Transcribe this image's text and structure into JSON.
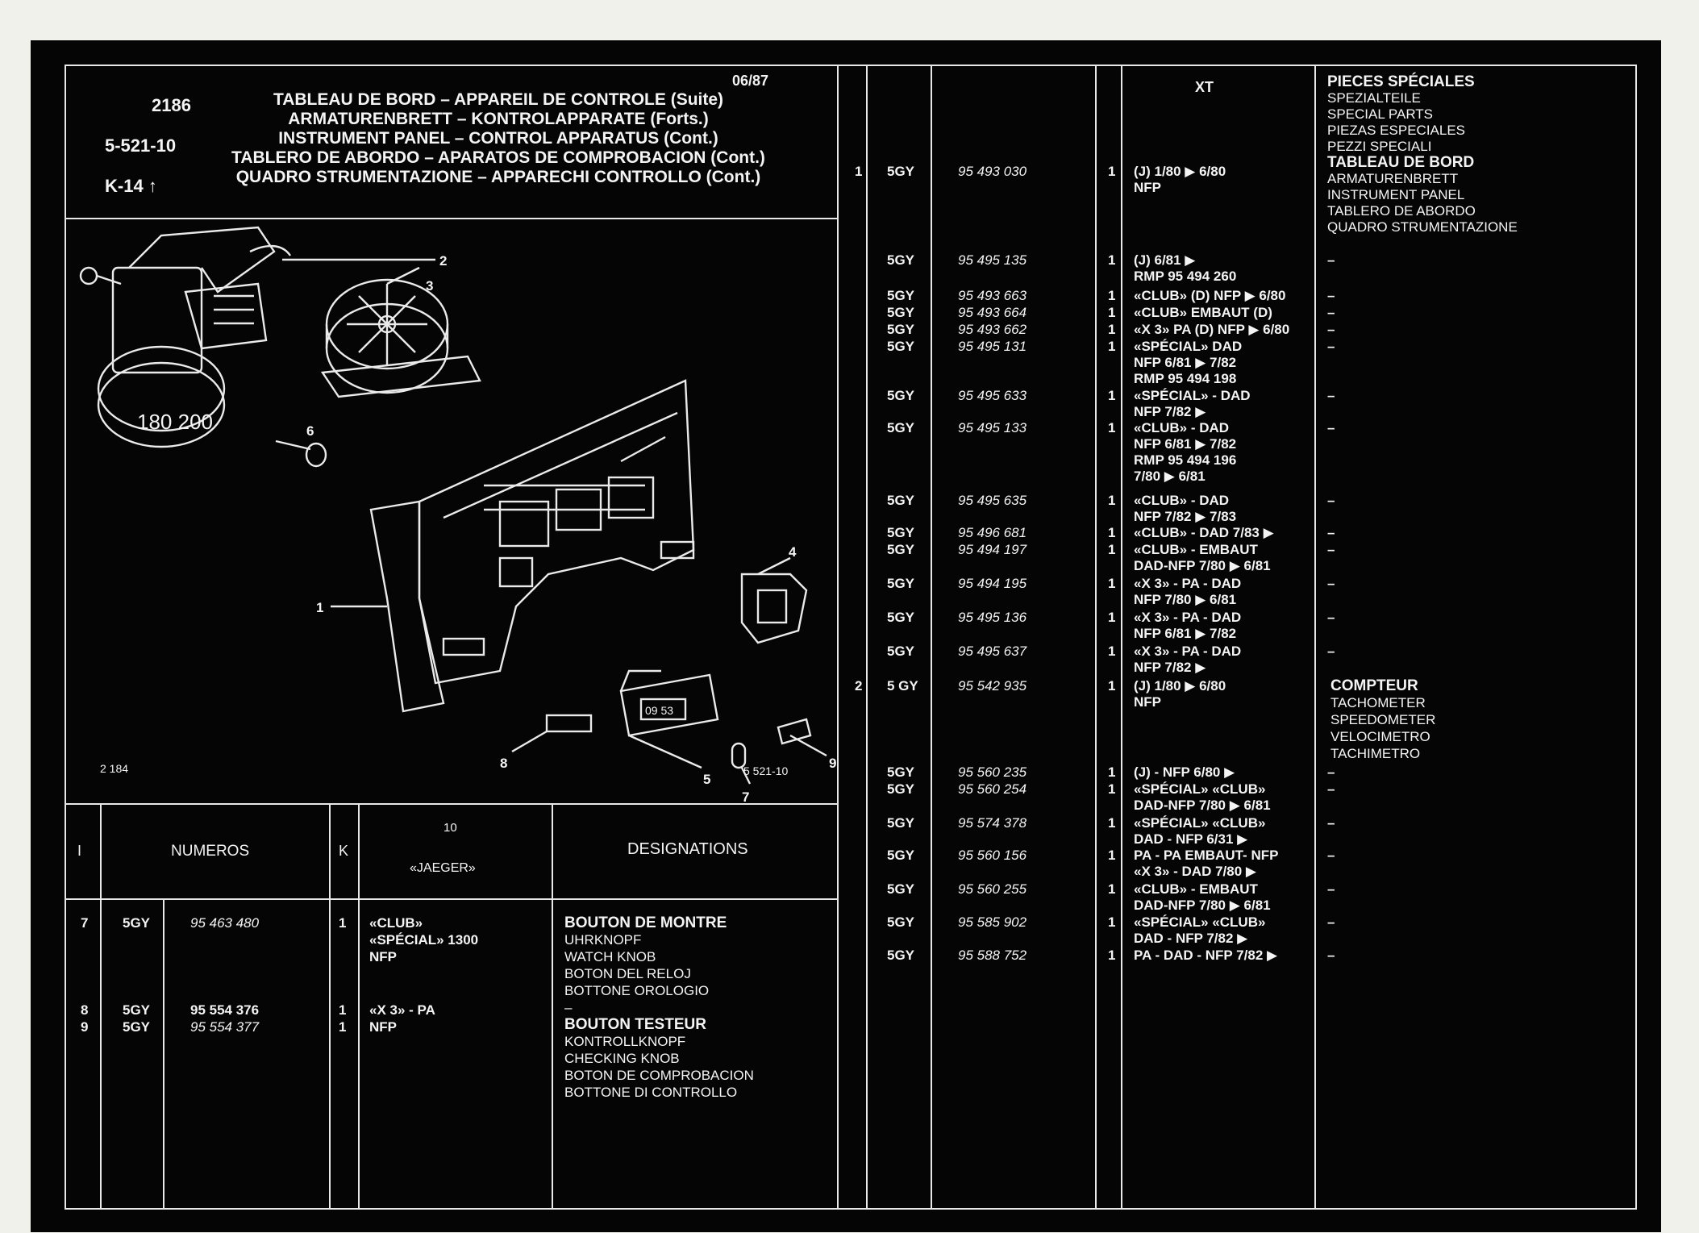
{
  "header": {
    "code": "2186",
    "ref": "5-521-10",
    "kref": "K-14",
    "date": "06/87",
    "titles": [
      "TABLEAU DE BORD – APPAREIL DE CONTROLE (Suite)",
      "ARMATURENBRETT – KONTROLAPPARATE (Forts.)",
      "INSTRUMENT PANEL – CONTROL APPARATUS (Cont.)",
      "TABLERO DE ABORDO – APARATOS DE COMPROBACION (Cont.)",
      "QUADRO STRUMENTAZIONE – APPARECHI CONTROLLO (Cont.)"
    ]
  },
  "diagram": {
    "callouts": [
      "1",
      "2",
      "3",
      "4",
      "5",
      "6",
      "7",
      "8",
      "9"
    ],
    "gauge_text": "180 200",
    "ref_left": "2 184",
    "ref_right": "5 521-10",
    "display_text": "09 53"
  },
  "left_table": {
    "headers": {
      "index": "I",
      "numeros": "NUMEROS",
      "k": "K",
      "col10": "10",
      "jaeger": "«JAEGER»",
      "designations": "DESIGNATIONS"
    },
    "rows": [
      {
        "i": "7",
        "pre": "5GY",
        "num": "95 463 480",
        "k": "1",
        "app": "«CLUB»"
      },
      {
        "i": "",
        "pre": "",
        "num": "",
        "k": "",
        "app": "«SPÉCIAL» 1300"
      },
      {
        "i": "",
        "pre": "",
        "num": "",
        "k": "",
        "app": "NFP"
      },
      {
        "i": "8",
        "pre": "5GY",
        "num": "95 554 376",
        "k": "1",
        "app": "«X 3» - PA"
      },
      {
        "i": "9",
        "pre": "5GY",
        "num": "95 554 377",
        "k": "1",
        "app": "NFP"
      }
    ],
    "designations": [
      {
        "title": "BOUTON DE MONTRE",
        "lines": [
          "UHRKNOPF",
          "WATCH KNOB",
          "BOTON DEL RELOJ",
          "BOTTONE OROLOGIO",
          "–"
        ]
      },
      {
        "title": "BOUTON TESTEUR",
        "lines": [
          "KONTROLLKNOPF",
          "CHECKING KNOB",
          "BOTON DE COMPROBACION",
          "BOTTONE DI CONTROLLO"
        ]
      }
    ]
  },
  "right_table": {
    "xt_header": "XT",
    "rows": [
      {
        "i": "1",
        "pre": "5GY",
        "num": "95 493 030",
        "k": "1",
        "app": "(J)       1/80 ▶ 6/80",
        "app2": "NFP",
        "note": ""
      },
      {
        "i": "",
        "pre": "5GY",
        "num": "95 495 135",
        "k": "1",
        "app": "(J)             6/81 ▶",
        "app2": "RMP  95 494 260",
        "note": "–"
      },
      {
        "i": "",
        "pre": "5GY",
        "num": "95 493 663",
        "k": "1",
        "app": "«CLUB» (D) NFP ▶ 6/80",
        "app2": "",
        "note": "–"
      },
      {
        "i": "",
        "pre": "5GY",
        "num": "95 493 664",
        "k": "1",
        "app": "«CLUB» EMBAUT (D)",
        "app2": "",
        "note": "–"
      },
      {
        "i": "",
        "pre": "5GY",
        "num": "95 493 662",
        "k": "1",
        "app": "«X 3» PA (D) NFP ▶ 6/80",
        "app2": "",
        "note": "–"
      },
      {
        "i": "",
        "pre": "5GY",
        "num": "95 495 131",
        "k": "1",
        "app": "«SPÉCIAL» DAD",
        "app2": "NFP    6/81 ▶ 7/82",
        "app3": "RMP  95 494 198",
        "note": "–"
      },
      {
        "i": "",
        "pre": "5GY",
        "num": "95 495 633",
        "k": "1",
        "app": "«SPÉCIAL» - DAD",
        "app2": "NFP             7/82 ▶",
        "note": "–"
      },
      {
        "i": "",
        "pre": "5GY",
        "num": "95 495 133",
        "k": "1",
        "app": "«CLUB» - DAD",
        "app2": "NFP    6/81 ▶ 7/82",
        "app3": "RMP  95 494 196",
        "app4": "7/80 ▶ 6/81",
        "note": "–"
      },
      {
        "i": "",
        "pre": "5GY",
        "num": "95 495 635",
        "k": "1",
        "app": "«CLUB» - DAD",
        "app2": "NFP    7/82 ▶ 7/83",
        "note": "–"
      },
      {
        "i": "",
        "pre": "5GY",
        "num": "95 496 681",
        "k": "1",
        "app": "«CLUB» - DAD  7/83 ▶",
        "app2": "",
        "note": "–"
      },
      {
        "i": "",
        "pre": "5GY",
        "num": "95 494 197",
        "k": "1",
        "app": "«CLUB» - EMBAUT",
        "app2": "DAD-NFP 7/80 ▶ 6/81",
        "note": "–"
      },
      {
        "i": "",
        "pre": "5GY",
        "num": "95 494 195",
        "k": "1",
        "app": "«X 3» - PA - DAD",
        "app2": "NFP    7/80 ▶ 6/81",
        "note": "–"
      },
      {
        "i": "",
        "pre": "5GY",
        "num": "95 495 136",
        "k": "1",
        "app": "«X 3» - PA - DAD",
        "app2": "NFP    6/81 ▶ 7/82",
        "note": "–"
      },
      {
        "i": "",
        "pre": "5GY",
        "num": "95 495 637",
        "k": "1",
        "app": "«X 3» - PA - DAD",
        "app2": "NFP             7/82 ▶",
        "note": "–"
      },
      {
        "i": "2",
        "pre": "5 GY",
        "num": "95 542 935",
        "k": "1",
        "app": "(J)       1/80 ▶ 6/80",
        "app2": "NFP",
        "note": ""
      },
      {
        "i": "",
        "pre": "5GY",
        "num": "95 560 235",
        "k": "1",
        "app": "(J) - NFP       6/80 ▶",
        "app2": "",
        "note": "–"
      },
      {
        "i": "",
        "pre": "5GY",
        "num": "95 560 254",
        "k": "1",
        "app": "«SPÉCIAL» «CLUB»",
        "app2": "DAD-NFP 7/80 ▶ 6/81",
        "note": "–"
      },
      {
        "i": "",
        "pre": "5GY",
        "num": "95 574 378",
        "k": "1",
        "app": "«SPÉCIAL» «CLUB»",
        "app2": "DAD - NFP      6/31 ▶",
        "note": "–"
      },
      {
        "i": "",
        "pre": "5GY",
        "num": "95 560 156",
        "k": "1",
        "app": "PA - PA EMBAUT- NFP",
        "app2": "«X 3» - DAD    7/80 ▶",
        "note": "–"
      },
      {
        "i": "",
        "pre": "5GY",
        "num": "95 560 255",
        "k": "1",
        "app": "«CLUB» - EMBAUT",
        "app2": "DAD-NFP 7/80 ▶ 6/81",
        "note": "–"
      },
      {
        "i": "",
        "pre": "5GY",
        "num": "95 585 902",
        "k": "1",
        "app": "«SPÉCIAL» «CLUB»",
        "app2": "DAD - NFP      7/82 ▶",
        "note": "–"
      },
      {
        "i": "",
        "pre": "5GY",
        "num": "95 588 752",
        "k": "1",
        "app": "PA - DAD - NFP 7/82 ▶",
        "app2": "",
        "note": "–"
      }
    ]
  },
  "special": {
    "title": "PIECES SPÉCIALES",
    "langs": [
      "SPEZIALTEILE",
      "SPECIAL PARTS",
      "PIEZAS ESPECIALES",
      "PEZZI SPECIALI"
    ],
    "group1_title": "TABLEAU DE BORD",
    "group1": [
      "ARMATURENBRETT",
      "INSTRUMENT PANEL",
      "TABLERO DE ABORDO",
      "QUADRO STRUMENTAZIONE"
    ],
    "group2_title": "COMPTEUR",
    "group2": [
      "TACHOMETER",
      "SPEEDOMETER",
      "VELOCIMETRO",
      "TACHIMETRO"
    ]
  }
}
